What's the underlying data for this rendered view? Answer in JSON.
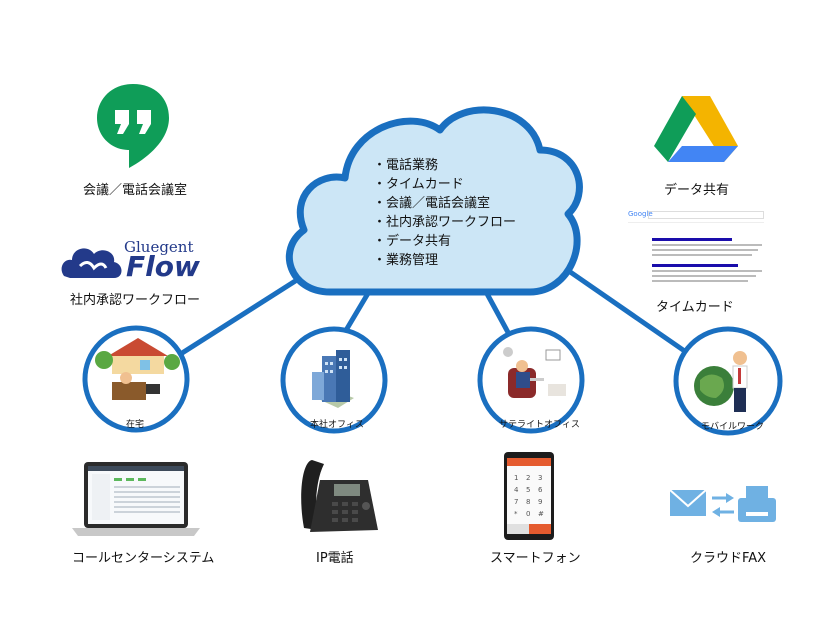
{
  "cloud": {
    "items": [
      "・電話業務",
      "・タイムカード",
      "・会議／電話会議室",
      "・社内承認ワークフロー",
      "・データ共有",
      "・業務管理"
    ]
  },
  "apps": {
    "hangouts_label": "会議／電話会議室",
    "gluegent_brand_top": "Gluegent",
    "gluegent_brand_bottom": "Flow",
    "gluegent_label": "社内承認ワークフロー",
    "drive_label": "データ共有",
    "timecard_label": "タイムカード",
    "timecard_google": "Google"
  },
  "locations": [
    {
      "label": "在宅"
    },
    {
      "label": "本社オフィス"
    },
    {
      "label": "サテライトオフィス"
    },
    {
      "label": "モバイルワーク"
    }
  ],
  "devices": {
    "callcenter_label": "コールセンターシステム",
    "ipphone_label": "IP電話",
    "smartphone_label": "スマートフォン",
    "fax_label": "クラウドFAX"
  },
  "colors": {
    "accent_blue": "#1a6fc0",
    "cloud_fill": "#cce6f6",
    "hangouts_green": "#0f9d58",
    "gluegent_navy": "#233a8a",
    "fax_blue": "#6fb1e3"
  }
}
